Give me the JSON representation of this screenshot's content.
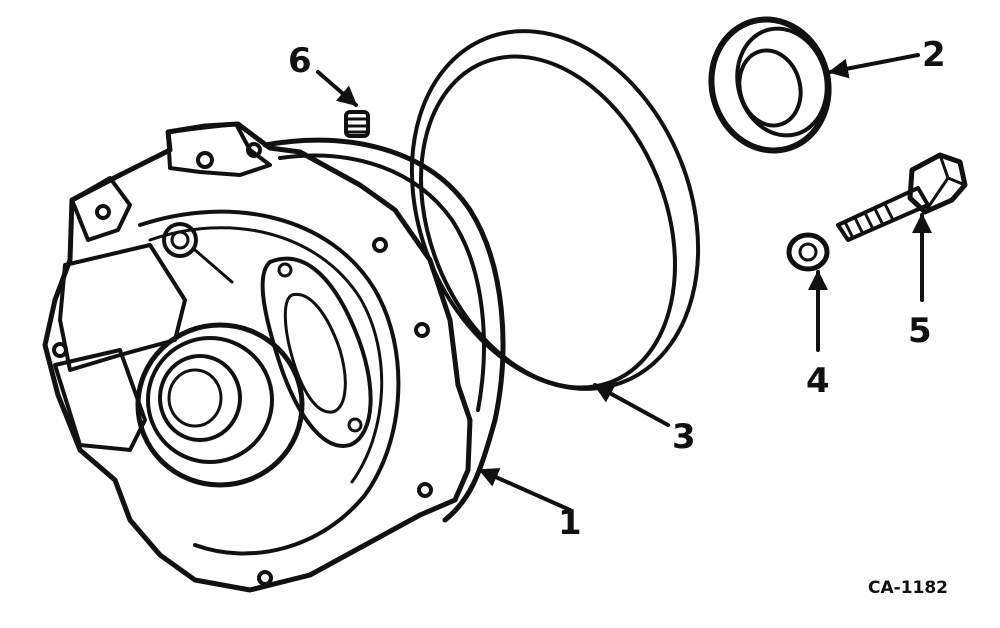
{
  "callouts": {
    "housing": "1",
    "seal": "2",
    "o_ring": "3",
    "washer": "4",
    "bolt": "5",
    "plug": "6"
  },
  "figure_code": "CA-1182",
  "colors": {
    "ink": "#111111",
    "paper": "#ffffff"
  }
}
